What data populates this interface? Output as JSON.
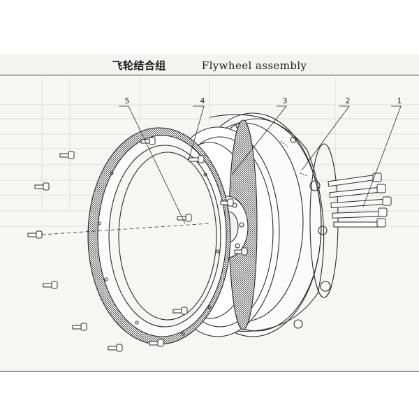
{
  "title": {
    "zh": "飞轮结合组",
    "en": "Flywheel assembly"
  },
  "callouts": [
    {
      "number": "1"
    },
    {
      "number": "2"
    },
    {
      "number": "3"
    },
    {
      "number": "4"
    },
    {
      "number": "5"
    }
  ],
  "colors": {
    "ink": "#2a2a2a",
    "paper": "#f6f6f5",
    "bleed": "#c9c9c6"
  }
}
